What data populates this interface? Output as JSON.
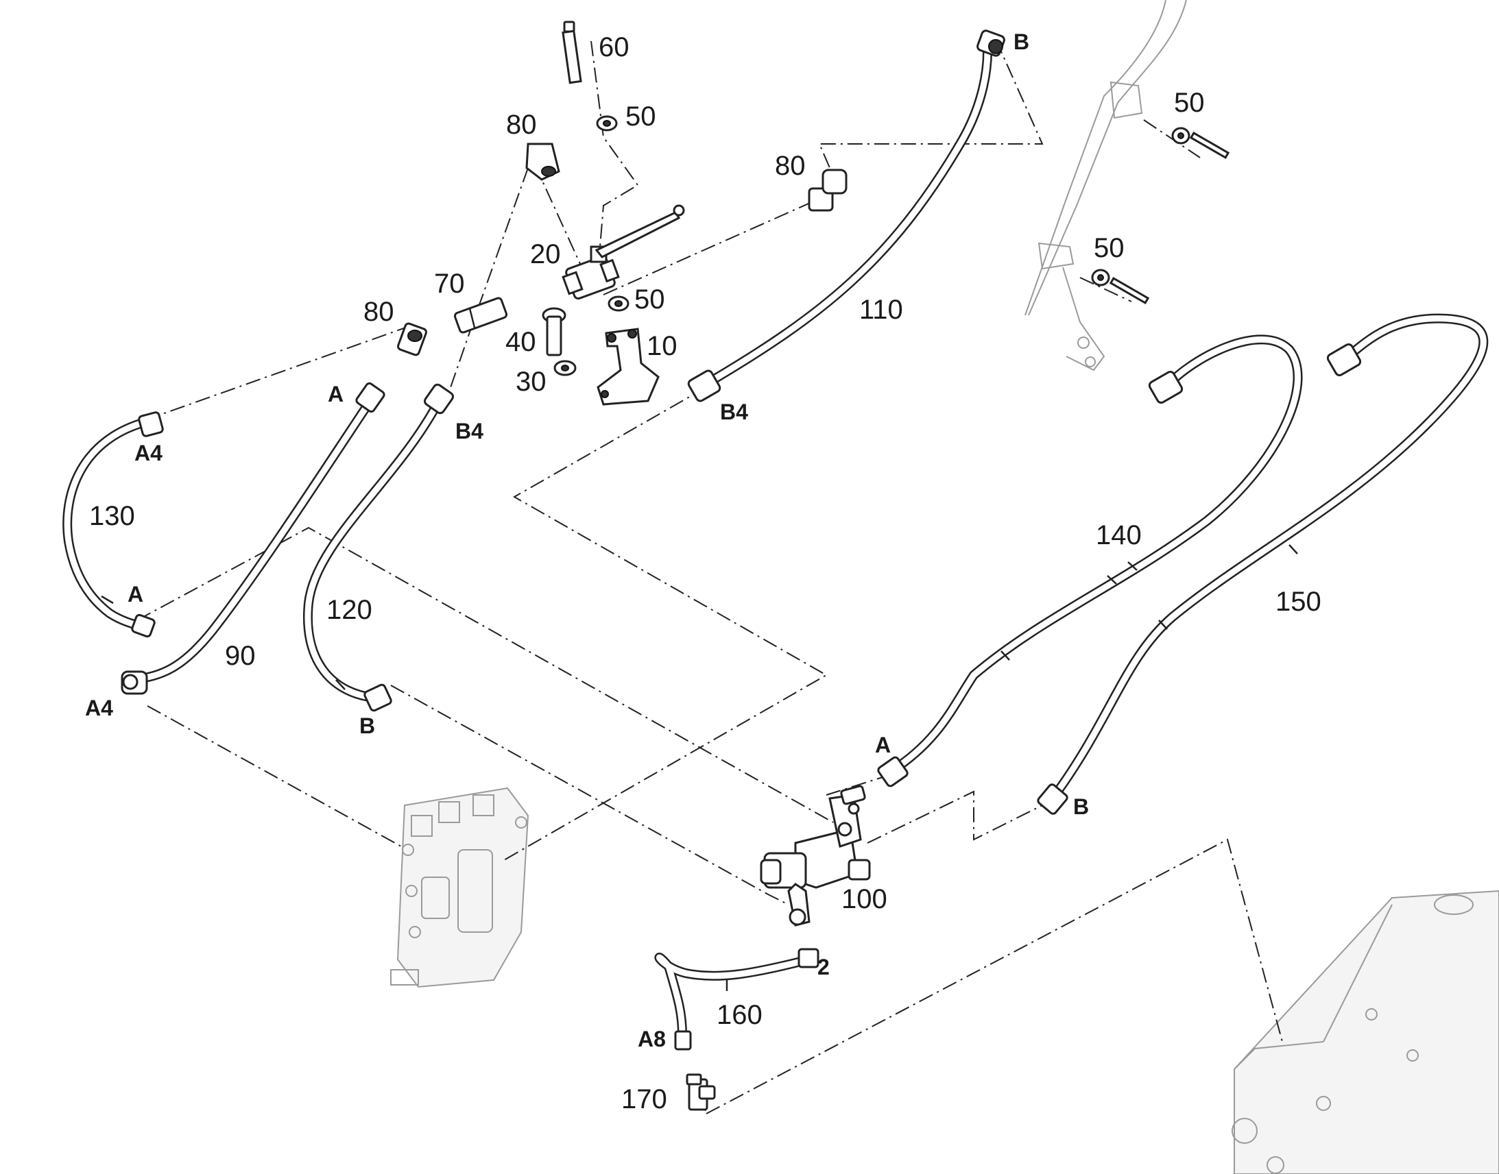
{
  "callouts": {
    "n10": "10",
    "n20": "20",
    "n30": "30",
    "n40": "40",
    "n50_valve": "50",
    "n50_top": "50",
    "n50_bracket_upper": "50",
    "n50_bracket_lower": "50",
    "n60": "60",
    "n70": "70",
    "n80_left": "80",
    "n80_top": "80",
    "n80_right": "80",
    "n90": "90",
    "n100": "100",
    "n110": "110",
    "n120": "120",
    "n130": "130",
    "n140": "140",
    "n150": "150",
    "n160": "160",
    "n170": "170"
  },
  "ports": {
    "b_top": "B",
    "b4_hose110": "B4",
    "b4_hose120": "B4",
    "a_hose90": "A",
    "a4_hose130_top": "A4",
    "a_hose130_bottom": "A",
    "a4_hose90_bottom": "A4",
    "b_hose120_bottom": "B",
    "a_hose140": "A",
    "b_hose150": "B",
    "port2_valve100": "2",
    "a8_hose160": "A8"
  },
  "colors": {
    "line": "#222222",
    "ghost": "#9a9a9a",
    "background": "#ffffff"
  }
}
